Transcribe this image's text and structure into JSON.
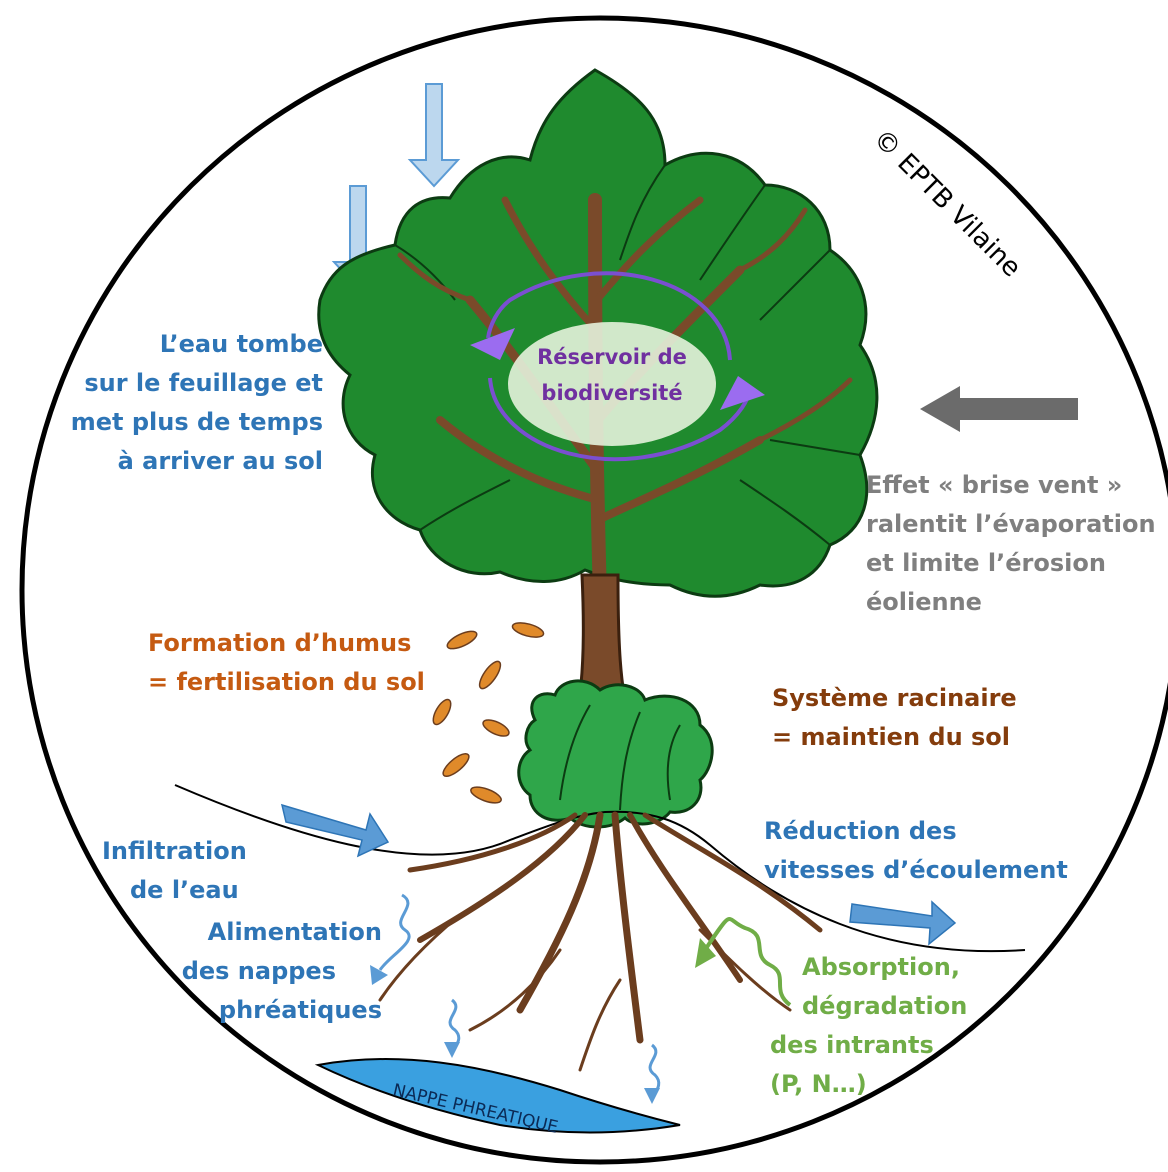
{
  "copyright": "© EPTB Vilaine",
  "center": {
    "line1": "Réservoir de",
    "line2": "biodiversité"
  },
  "rain": {
    "lines": [
      "L’eau tombe",
      "sur le feuillage et",
      "met plus de temps",
      "à arriver au sol"
    ]
  },
  "wind": {
    "lines": [
      "Effet « brise vent »",
      "ralentit l’évaporation",
      "et limite l’érosion",
      "éolienne"
    ]
  },
  "humus": {
    "lines": [
      "Formation d’humus",
      "= fertilisation du sol"
    ]
  },
  "roots": {
    "lines": [
      "Système racinaire",
      "= maintien du sol"
    ]
  },
  "runoff": {
    "lines": [
      "Réduction des",
      "vitesses d’écoulement"
    ]
  },
  "infiltration": {
    "lines": [
      "Infiltration",
      "de l’eau"
    ]
  },
  "aquifer_feed": {
    "lines": [
      "Alimentation",
      "des nappes",
      "phréatiques"
    ]
  },
  "absorption": {
    "lines": [
      "Absorption,",
      "dégradation",
      "des intrants",
      "(P, N…)"
    ]
  },
  "nappe": "NAPPE PHREATIQUE",
  "colors": {
    "blue_text": "#2e75b6",
    "grey_text": "#7f7f7f",
    "brown_text": "#843c0c",
    "orange_text": "#c55a11",
    "green_text": "#70ad47",
    "purple_text": "#7030a0",
    "foliage": "#1f8a2e",
    "trunk": "#7a4a2a",
    "water": "#4aa3df"
  }
}
